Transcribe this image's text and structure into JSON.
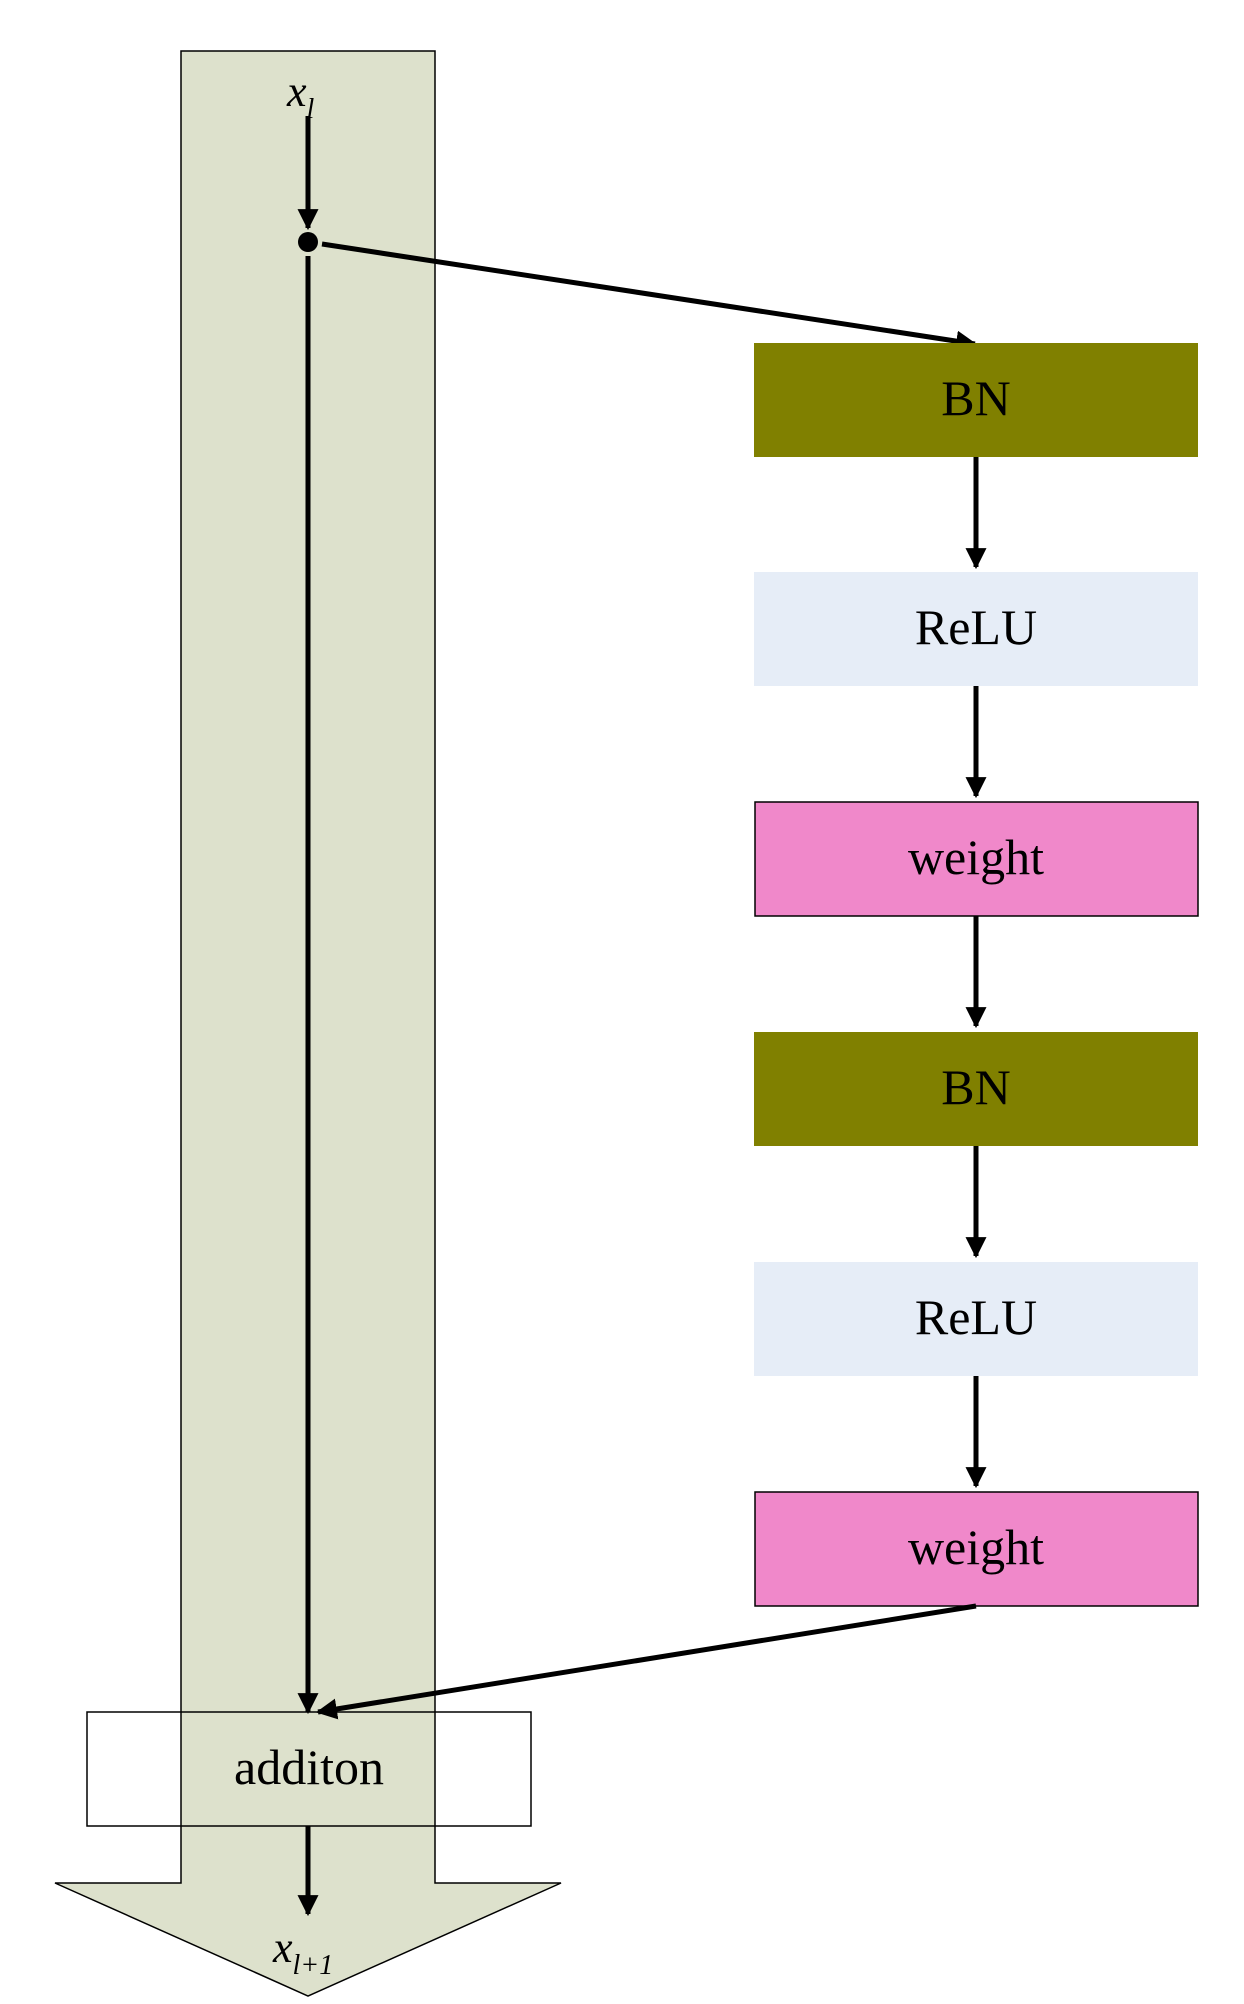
{
  "input": {
    "symbol": "x",
    "subscript": "l"
  },
  "output": {
    "symbol": "x",
    "subscript": "l+1"
  },
  "residual_blocks": [
    {
      "label": "BN"
    },
    {
      "label": "ReLU"
    },
    {
      "label": "weight"
    },
    {
      "label": "BN"
    },
    {
      "label": "ReLU"
    },
    {
      "label": "weight"
    }
  ],
  "addition": {
    "label": "additon"
  },
  "colors": {
    "skip_path_fill": "#dde1cc",
    "bn_fill": "#808000",
    "relu_fill": "#e6edf7",
    "weight_fill": "#f088ca",
    "addition_fill": "none",
    "arrow": "#000000"
  }
}
